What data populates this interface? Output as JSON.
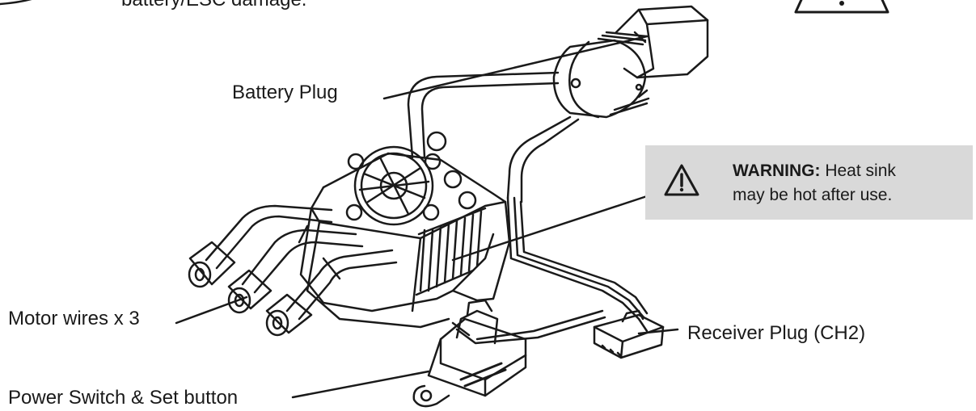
{
  "top_text": "battery/ESC damage.",
  "labels": {
    "battery_plug": "Battery Plug",
    "motor_wires": "Motor wires x 3",
    "power_switch": "Power Switch & Set button",
    "receiver_plug": "Receiver Plug (CH2)"
  },
  "warning": {
    "heading": "WARNING:",
    "line1_rest": " Heat sink",
    "line2": "may be hot after use."
  },
  "icons": [
    "warning-triangle-icon"
  ],
  "colors": {
    "warning_box": "#d9d9d9",
    "line": "#1a1a1a"
  }
}
